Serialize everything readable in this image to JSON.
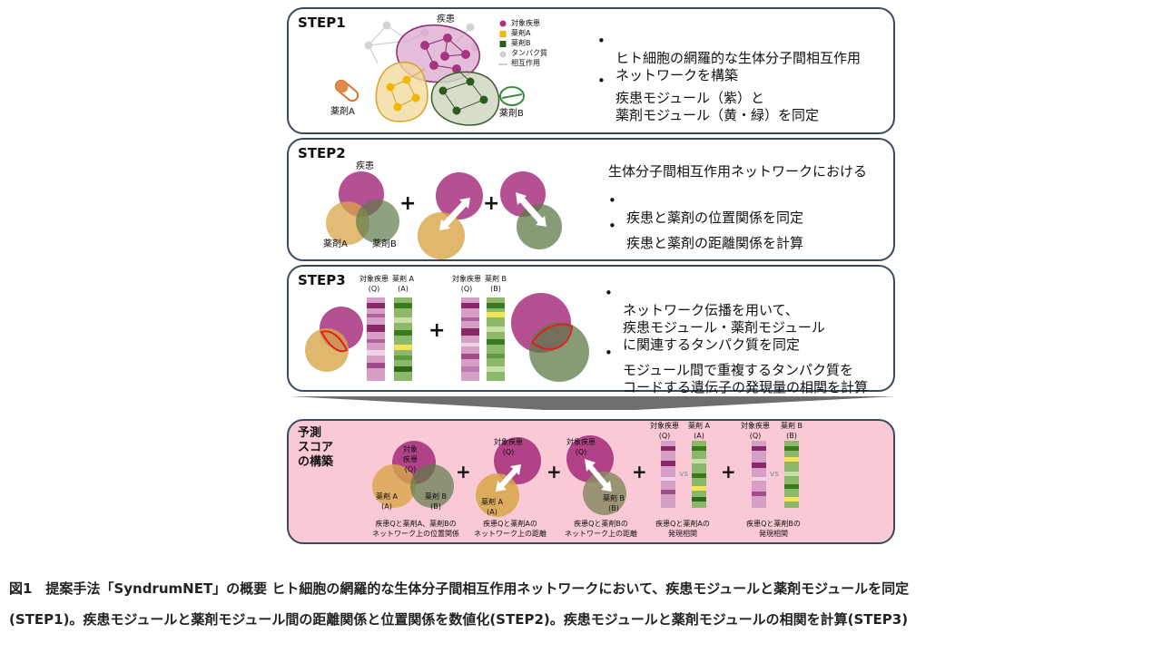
{
  "colors": {
    "disease": "#a8337f",
    "drugA": "#e2b64a",
    "drugB": "#5a7a44",
    "panel_border": "#3b4a5a",
    "prediction_bg": "#f9c9d6"
  },
  "step1": {
    "title": "STEP1",
    "legend": [
      "対象疾患",
      "薬剤A",
      "薬剤B",
      "タンパク質",
      "相互作用"
    ],
    "labels": {
      "disease": "疾患",
      "drug_a": "薬剤A",
      "drug_b": "薬剤B"
    },
    "bullets": [
      "ヒト細胞の網羅的な生体分子間相互作用\nネットワークを構築",
      "疾患モジュール（紫）と\n薬剤モジュール（黄・緑）を同定"
    ]
  },
  "step2": {
    "title": "STEP2",
    "labels": {
      "disease": "疾患",
      "drug_a": "薬剤A",
      "drug_b": "薬剤B"
    },
    "plus": "+",
    "heading": "生体分子間相互作用ネットワークにおける",
    "bullets": [
      "疾患と薬剤の位置関係を同定",
      "疾患と薬剤の距離関係を計算"
    ]
  },
  "step3": {
    "title": "STEP3",
    "col_labels": {
      "q1": "対象疾患\n(Q)",
      "a": "薬剤 A\n(A)",
      "q2": "対象疾患\n(Q)",
      "b": "薬剤 B\n(B)"
    },
    "plus": "+",
    "bullets": [
      "ネットワーク伝播を用いて、\n疾患モジュール・薬剤モジュール\nに関連するタンパク質を同定",
      "モジュール間で重複するタンパク質を\nコードする遺伝子の発現量の相関を計算"
    ]
  },
  "prediction": {
    "title": "予測\nスコア\nの構築",
    "circle_labels": {
      "q": "対象\n疾患\n(Q)",
      "a": "薬剤 A\n(A)",
      "b": "薬剤 B\n(B)",
      "q_short": "対象疾患\n(Q)"
    },
    "plus": "+",
    "vs": "vs",
    "col_labels": {
      "q1": "対象疾患\n(Q)",
      "a": "薬剤 A\n(A)",
      "q2": "対象疾患\n(Q)",
      "b": "薬剤 B\n(B)"
    },
    "captions": [
      "疾患Qと薬剤A、薬剤Bの\nネットワーク上の位置関係",
      "疾患Qと薬剤Aの\nネットワーク上の距離",
      "疾患Qと薬剤Bの\nネットワーク上の距離",
      "疾患Qと薬剤Aの\n発現相関",
      "疾患Qと薬剤Bの\n発現相関"
    ]
  },
  "caption": {
    "line1": "図1　提案手法「SyndrumNET」の概要 ヒト細胞の網羅的な生体分子間相互作用ネットワークにおいて、疾患モジュールと薬剤モジュールを同定",
    "line2": "(STEP1)。疾患モジュールと薬剤モジュール間の距離関係と位置関係を数値化(STEP2)。疾患モジュールと薬剤モジュールの相関を計算(STEP3)"
  }
}
